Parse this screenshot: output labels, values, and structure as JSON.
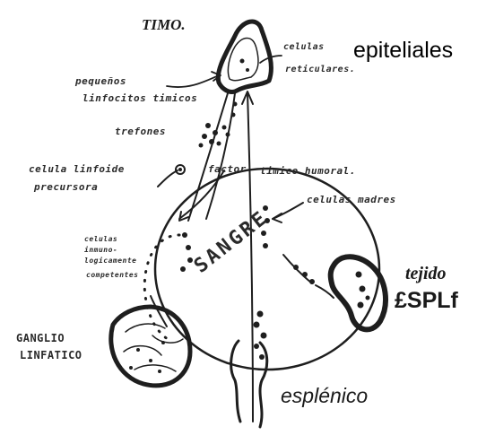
{
  "labels": {
    "timo": "TIMO.",
    "celulas_reticulares_1": "celulas",
    "celulas_reticulares_2": "reticulares.",
    "epiteliales": "epiteliales",
    "pequenos_1": "pequeños",
    "pequenos_2": "linfocitos timicos",
    "trefones": "trefones",
    "celula_linfoide_1": "celula linfoide",
    "celula_linfoide_2": "precursora",
    "factor": "factor",
    "timico_humoral": "timico humoral.",
    "celulas_madres": "celulas madres",
    "celulas_inmuno_1": "celulas",
    "celulas_inmuno_2": "inmuno-",
    "celulas_inmuno_3": "logicamente",
    "celulas_inmuno_4": "competentes",
    "sangre": "SANGRE",
    "tejido": "tejido",
    "espl": "£SPLf",
    "ganglio_1": "GANGLIO",
    "ganglio_2": "LINFATICO",
    "esplenico": "esplénico"
  },
  "colors": {
    "ink": "#1e1e1e",
    "background": "#ffffff"
  }
}
